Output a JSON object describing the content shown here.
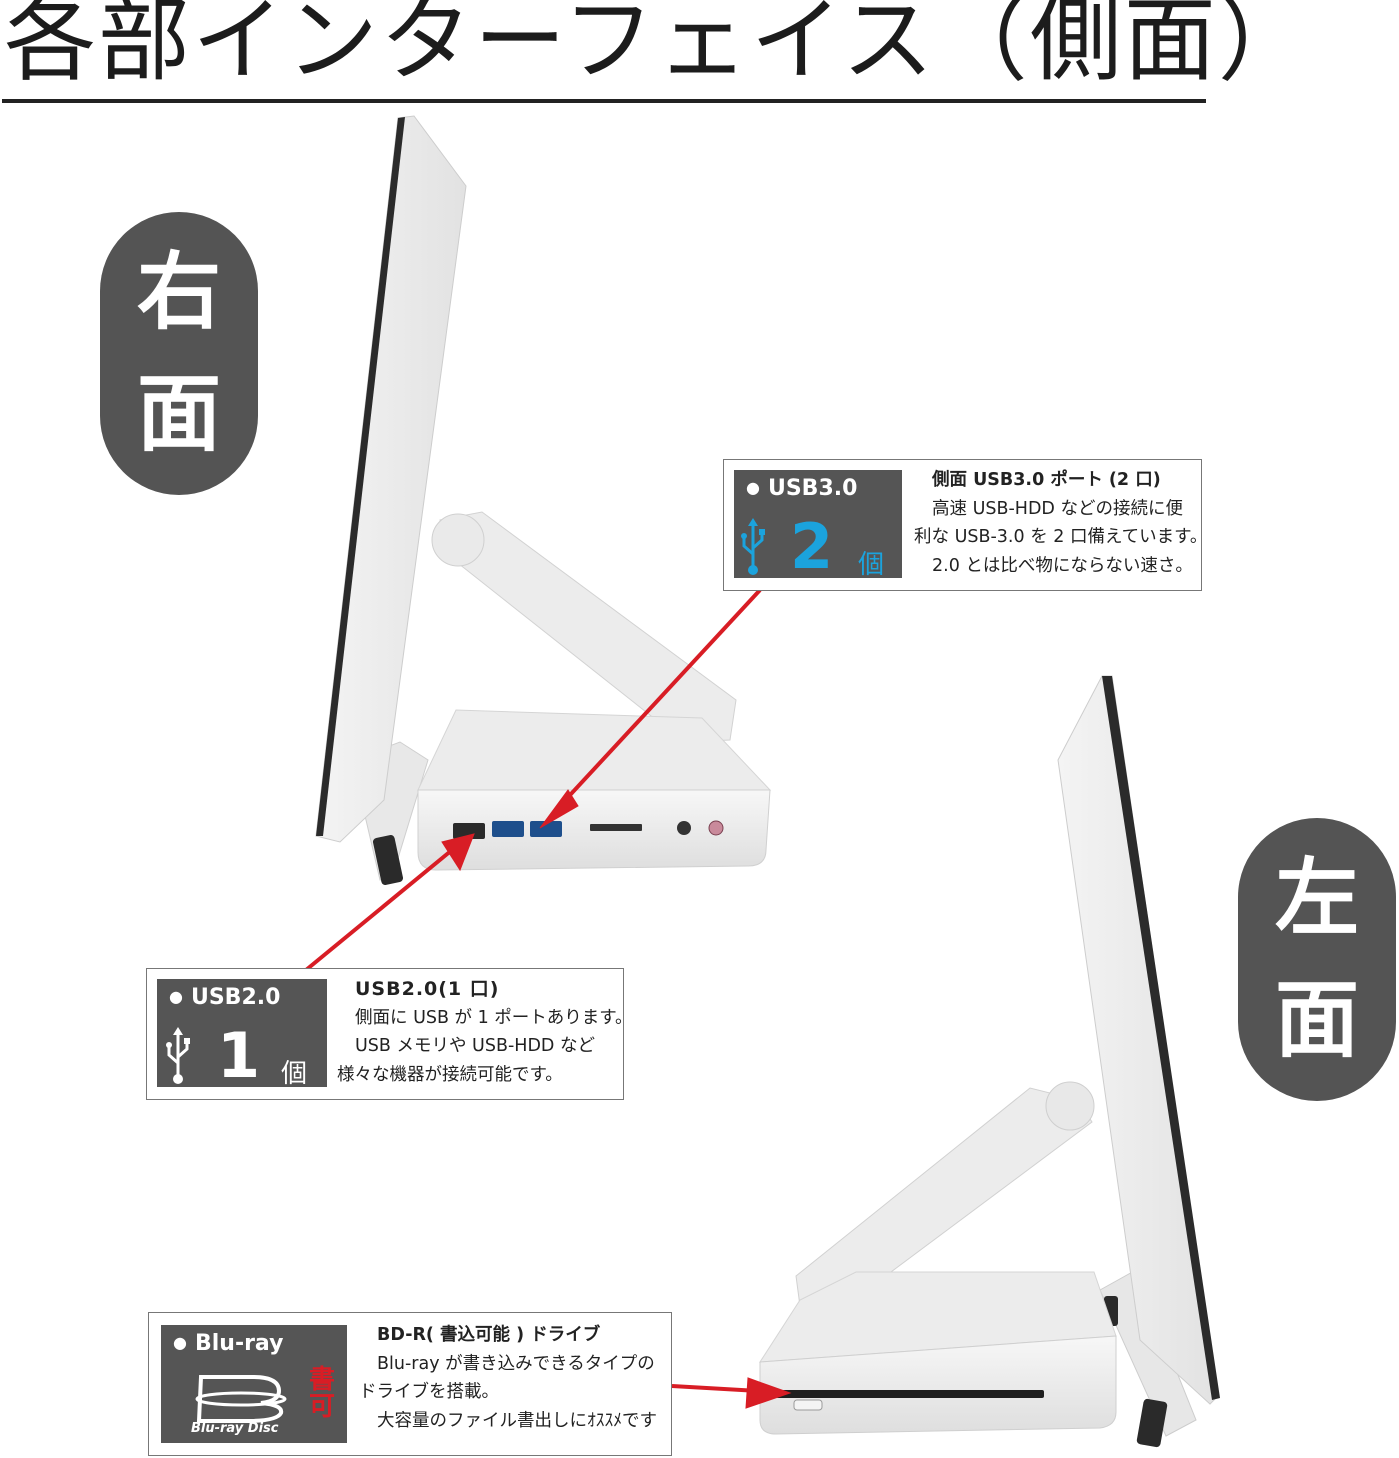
{
  "title": "各部インターフェイス（側面）",
  "sides": {
    "right": {
      "chars": [
        "右",
        "面"
      ]
    },
    "left": {
      "chars": [
        "左",
        "面"
      ]
    }
  },
  "usb30": {
    "badge": "USB3.0",
    "count": "2",
    "unit": "個",
    "heading": "側面 USB3.0 ポート (2 口)",
    "lines": [
      "高速 USB-HDD などの接続に便",
      "利な USB-3.0 を 2 口備えています。",
      "2.0 とは比べ物にならない速さ。"
    ]
  },
  "usb20": {
    "badge": "USB2.0",
    "count": "1",
    "unit": "個",
    "heading": "USB2.0(1 口)",
    "lines": [
      "側面に USB が 1 ポートあります。",
      "USB メモリや USB-HDD など",
      "様々な機器が接続可能です。"
    ]
  },
  "bluray": {
    "badge": "Blu-ray",
    "logo_text": "Blu-ray Disc",
    "stamp": [
      "書",
      "可"
    ],
    "heading": "BD-R( 書込可能 ) ドライブ",
    "lines": [
      "Blu-ray が書き込みできるタイプの",
      "ドライブを搭載。",
      "大容量のファイル書出しにｵｽｽﾒです"
    ]
  },
  "colors": {
    "usb30_number": "#1ba3dd",
    "arrow": "#d81d25",
    "stamp": "#d81d25",
    "badge_bg": "#555555",
    "pill_bg": "#545454"
  },
  "icons": {
    "usb": "usb-trident-icon",
    "bluray": "bluray-disc-logo"
  }
}
